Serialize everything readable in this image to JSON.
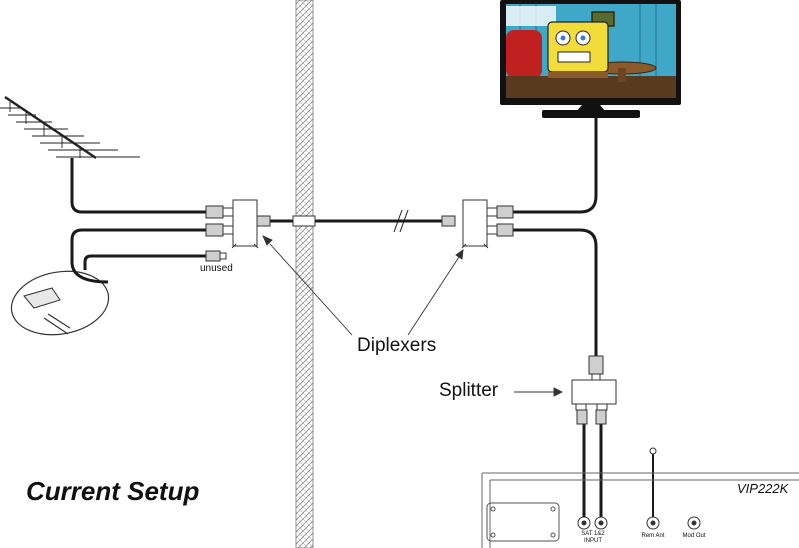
{
  "labels": {
    "title": "Current Setup",
    "diplexers": "Diplexers",
    "splitter": "Splitter",
    "unused": "unused",
    "model": "VIP222K"
  },
  "receiver_ports": {
    "sat_input_line1": "SAT 1&2",
    "sat_input_line2": "INPUT",
    "remote_antenna": "Rem Ant",
    "mod_out": "Mod Out"
  },
  "colors": {
    "cable": "#1a1a1a",
    "wall_hatch": "#8c8c8c",
    "tv_bezel": "#111111",
    "screen_wall": "#3fa8c8",
    "sponge": "#f2dc3c"
  },
  "icons": {
    "antenna": "yagi-antenna-icon",
    "dish": "satellite-dish-icon",
    "tv": "television-icon"
  }
}
